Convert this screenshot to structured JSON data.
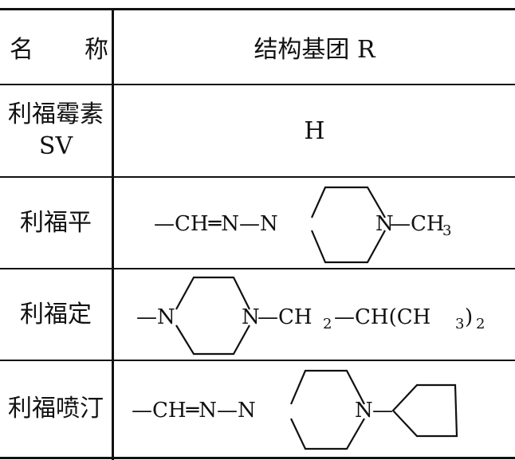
{
  "header": {
    "name_left": "名",
    "name_right": "称",
    "group": "结构基团 R"
  },
  "rows": [
    {
      "name": "利福霉素SV",
      "name_line1": "利福霉素",
      "name_line2": "SV",
      "group": "H"
    },
    {
      "name": "利福平",
      "chem": {
        "a": "—CH═N—N",
        "n2": "N",
        "tail": "—CH",
        "tail_sub": "3"
      }
    },
    {
      "name": "利福定",
      "chem": {
        "a": "—N",
        "n2": "N",
        "tail1": "—CH",
        "tail1_sub": "2",
        "tail2": "—CH(CH",
        "tail2_sub": "3",
        "tail3": ")",
        "tail3_sub": "2"
      }
    },
    {
      "name": "利福喷汀",
      "chem": {
        "a": "—CH═N—N",
        "n2": "N",
        "tail": "—"
      }
    }
  ]
}
